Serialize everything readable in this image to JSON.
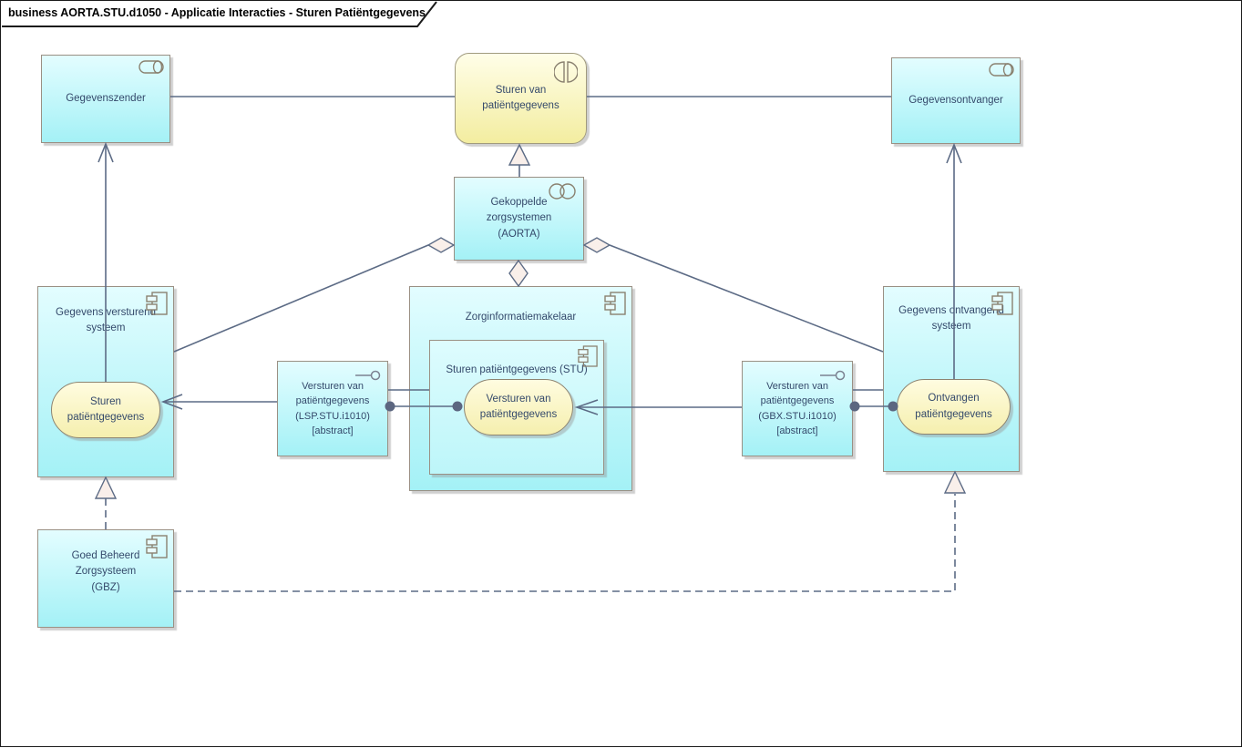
{
  "title": "business AORTA.STU.d1050 - Applicatie Interacties - Sturen Patiëntgegevens",
  "nodes": {
    "gegevenszender": {
      "label": "Gegevenszender",
      "icon": "role-icon"
    },
    "sturen_van_patientgegevens": {
      "label": "Sturen van\npatiëntgegevens",
      "icon": "interaction-icon"
    },
    "gegevensontvanger": {
      "label": "Gegevensontvanger",
      "icon": "role-icon"
    },
    "gekoppelde_zorgsystemen": {
      "label": "Gekoppelde zorgsystemen\n(AORTA)",
      "icon": "collaboration-icon"
    },
    "gegevens_versturend_systeem": {
      "label": "Gegevens versturend\nsysteem",
      "icon": "component-icon"
    },
    "sturen_patientgegevens": {
      "label": "Sturen\npatiëntgegevens"
    },
    "zorginformatiemakelaar": {
      "label": "Zorginformatiemakelaar",
      "icon": "component-icon"
    },
    "sturen_patientgegevens_stu": {
      "label": "Sturen patiëntgegevens (STU)",
      "icon": "component-icon"
    },
    "versturen_van_patientgegevens": {
      "label": "Versturen van\npatiëntgegevens"
    },
    "lsp_interface": {
      "label": "Versturen van\npatiëntgegevens\n(LSP.STU.i1010)\n[abstract]",
      "icon": "interface-icon"
    },
    "gbx_interface": {
      "label": "Versturen van\npatiëntgegevens\n(GBX.STU.i1010)\n[abstract]",
      "icon": "interface-icon"
    },
    "gegevens_ontvangend_systeem": {
      "label": "Gegevens ontvangend\nsysteem",
      "icon": "component-icon"
    },
    "ontvangen_patientgegevens": {
      "label": "Ontvangen\npatiëntgegevens"
    },
    "gbz": {
      "label": "Goed Beheerd Zorgsysteem\n(GBZ)",
      "icon": "component-icon"
    }
  },
  "relationships": [
    {
      "from": "Gegevenszender",
      "to": "Sturen van patiëntgegevens",
      "type": "association"
    },
    {
      "from": "Sturen van patiëntgegevens",
      "to": "Gegevensontvanger",
      "type": "association"
    },
    {
      "from": "Gekoppelde zorgsystemen (AORTA)",
      "to": "Sturen van patiëntgegevens",
      "type": "realization"
    },
    {
      "from": "Gekoppelde zorgsystemen (AORTA)",
      "to": "Gegevens versturend systeem",
      "type": "aggregation"
    },
    {
      "from": "Gekoppelde zorgsystemen (AORTA)",
      "to": "Gegevens ontvangend systeem",
      "type": "aggregation"
    },
    {
      "from": "Gekoppelde zorgsystemen (AORTA)",
      "to": "Zorginformatiemakelaar",
      "type": "aggregation"
    },
    {
      "from": "Sturen patiëntgegevens",
      "to": "Gegevenszender",
      "type": "assignment"
    },
    {
      "from": "Ontvangen patiëntgegevens",
      "to": "Gegevensontvanger",
      "type": "assignment"
    },
    {
      "from": "Versturen van patiëntgegevens (LSP.STU.i1010)",
      "to": "Sturen patiëntgegevens",
      "type": "serving"
    },
    {
      "from": "Versturen van patiëntgegevens (LSP.STU.i1010)",
      "to": "Sturen patiëntgegevens (STU)",
      "type": "association"
    },
    {
      "from": "Versturen van patiëntgegevens (LSP.STU.i1010)",
      "to": "Versturen van patiëntgegevens",
      "type": "assignment-balls"
    },
    {
      "from": "Versturen van patiëntgegevens (GBX.STU.i1010)",
      "to": "Versturen van patiëntgegevens",
      "type": "serving"
    },
    {
      "from": "Versturen van patiëntgegevens (GBX.STU.i1010)",
      "to": "Gegevens ontvangend systeem",
      "type": "association"
    },
    {
      "from": "Versturen van patiëntgegevens (GBX.STU.i1010)",
      "to": "Ontvangen patiëntgegevens",
      "type": "assignment-balls"
    },
    {
      "from": "Goed Beheerd Zorgsysteem (GBZ)",
      "to": "Gegevens versturend systeem",
      "type": "realization-dashed"
    },
    {
      "from": "Goed Beheerd Zorgsysteem (GBZ)",
      "to": "Gegevens ontvangend systeem",
      "type": "realization-dashed"
    }
  ],
  "colors": {
    "element_fill_top": "#e3fdff",
    "element_fill_bottom": "#a4f1f6",
    "behavior_fill_top": "#fffee8",
    "behavior_fill_bottom": "#f3eda0",
    "element_border": "#9a9084",
    "connector_line": "#5c6b85",
    "assignment_ball": "#5c6680",
    "arrowhead_fill": "#f9efea",
    "text": "#34496b",
    "frame_border": "#1b1b1b"
  }
}
